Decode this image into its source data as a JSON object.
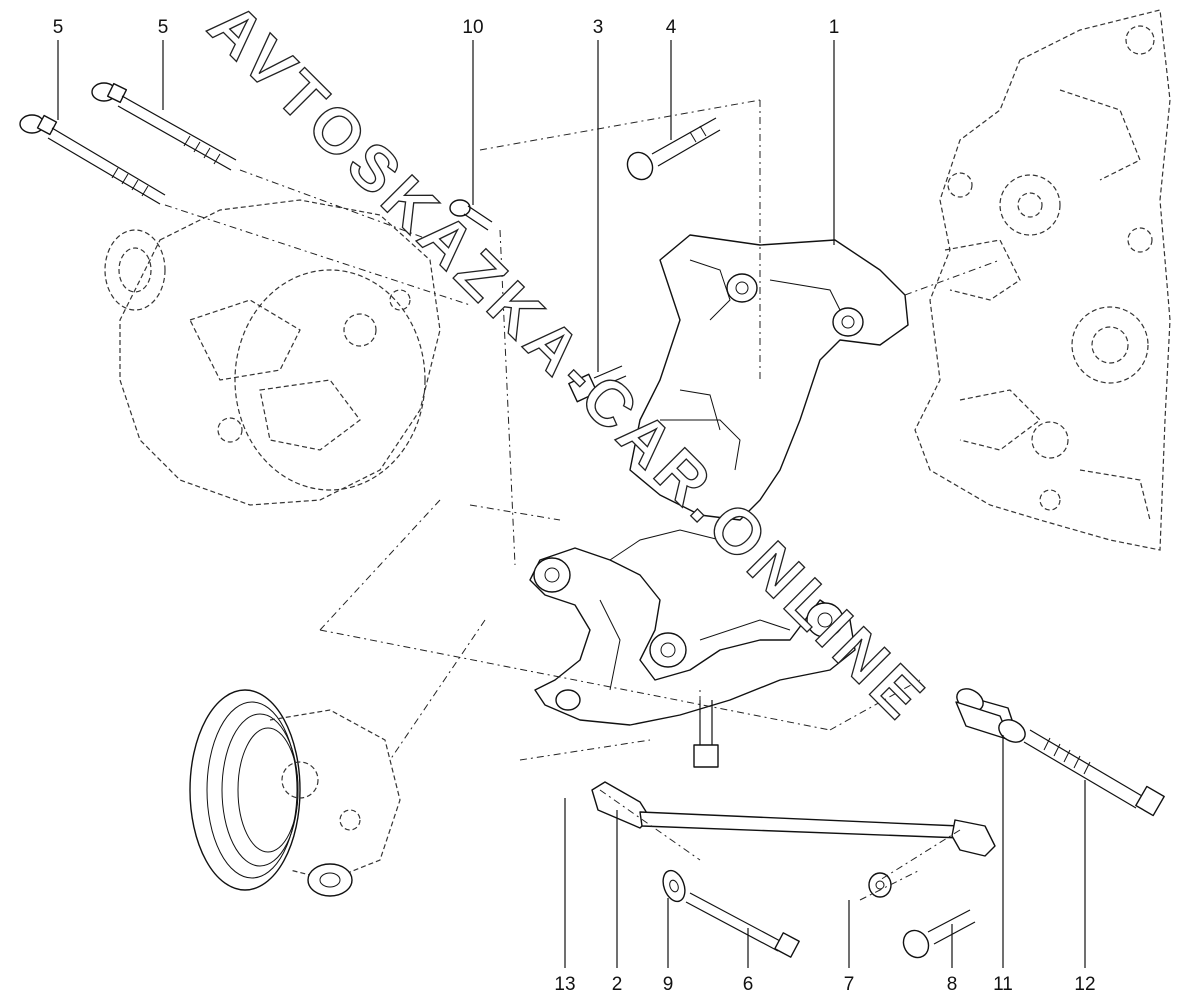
{
  "watermark": "AVTOSKAZKA-CAR.ONLINE",
  "callouts": [
    "5",
    "5",
    "10",
    "3",
    "4",
    "1",
    "13",
    "2",
    "9",
    "6",
    "7",
    "8",
    "11",
    "12"
  ]
}
